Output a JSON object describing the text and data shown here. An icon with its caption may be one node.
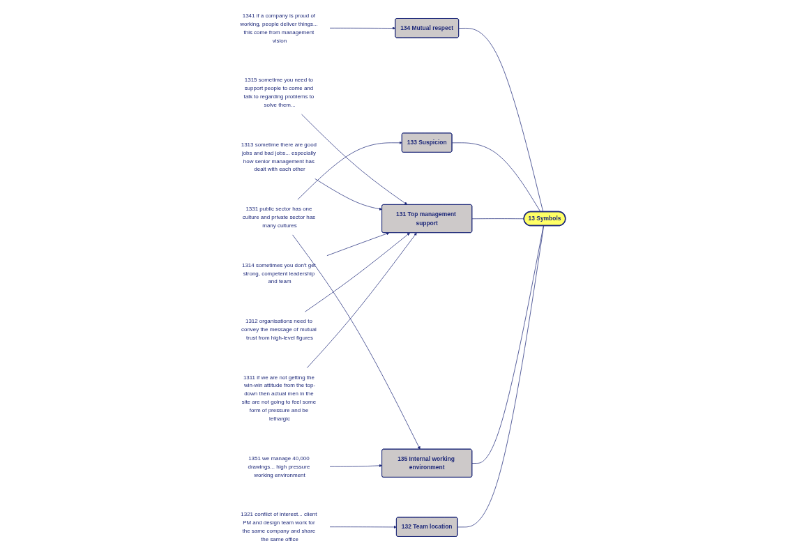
{
  "diagram": {
    "nodes": [
      {
        "text": [
          "13 Symbols"
        ]
      },
      {
        "text": [
          "134 Mutual respect"
        ]
      },
      {
        "text": [
          "133 Suspicion"
        ]
      },
      {
        "text": [
          "131 Top management support"
        ]
      },
      {
        "text": [
          "135 Internal working environment"
        ]
      },
      {
        "text": [
          "132 Team location"
        ]
      },
      {
        "text": [
          "1315 sometime you need to support people to come and talk to regarding problems to solve them..."
        ]
      },
      {
        "text": [
          "1313 sometime there are good jobs and bad jobs... especially how senior management has dealt with each other"
        ]
      },
      {
        "text": [
          "1341 if a company is proud of working, people deliver things... this come from management vision"
        ]
      },
      {
        "text": [
          "1314 sometimes you don't get strong, competent leadership and team"
        ]
      },
      {
        "text": [
          "1331 public sector has one culture and private sector has many cultures"
        ]
      },
      {
        "text": [
          "1312 organisations need to convey the message of mutual trust from high-level figures"
        ]
      },
      {
        "text": [
          "1351 we manage 40,000 drawings... high pressure working environment"
        ]
      },
      {
        "text": [
          "1321 conflict of interest... client PM and design team work for the same company and share the same office"
        ]
      },
      {
        "text": [
          "1311 if we are not getting the win-win attitude from the top-down then actual men in the site are not going to feel some form of pressure and be lethargic"
        ]
      }
    ],
    "edges": [
      {
        "from": 0,
        "to": 1,
        "arrow": "none"
      },
      {
        "from": 0,
        "to": 2,
        "arrow": "none"
      },
      {
        "from": 0,
        "to": 3,
        "arrow": "none"
      },
      {
        "from": 0,
        "to": 4,
        "arrow": "none"
      },
      {
        "from": 0,
        "to": 5,
        "arrow": "none"
      },
      {
        "from": 6,
        "to": 3,
        "arrow": "to"
      },
      {
        "from": 7,
        "to": 3,
        "arrow": "to"
      },
      {
        "from": 8,
        "to": 1,
        "arrow": "to"
      },
      {
        "from": 9,
        "to": 3,
        "arrow": "to"
      },
      {
        "from": 10,
        "to": 2,
        "arrow": "to"
      },
      {
        "from": 10,
        "to": 4,
        "arrow": "to"
      },
      {
        "from": 11,
        "to": 3,
        "arrow": "to"
      },
      {
        "from": 12,
        "to": 4,
        "arrow": "to"
      },
      {
        "from": 13,
        "to": 5,
        "arrow": "to"
      },
      {
        "from": 14,
        "to": 3,
        "arrow": "to"
      }
    ]
  }
}
